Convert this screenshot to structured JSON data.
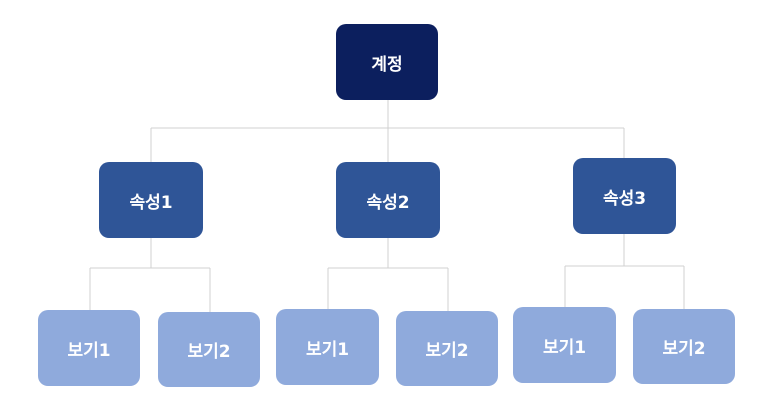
{
  "colors": {
    "root": "#0c1f5e",
    "property": "#2f5597",
    "view": "#8faadc",
    "connector": "#d0d0d0"
  },
  "root": {
    "label": "계정"
  },
  "properties": [
    {
      "label": "속성1",
      "views": [
        {
          "label": "보기1"
        },
        {
          "label": "보기2"
        }
      ]
    },
    {
      "label": "속성2",
      "views": [
        {
          "label": "보기1"
        },
        {
          "label": "보기2"
        }
      ]
    },
    {
      "label": "속성3",
      "views": [
        {
          "label": "보기1"
        },
        {
          "label": "보기2"
        }
      ]
    }
  ]
}
